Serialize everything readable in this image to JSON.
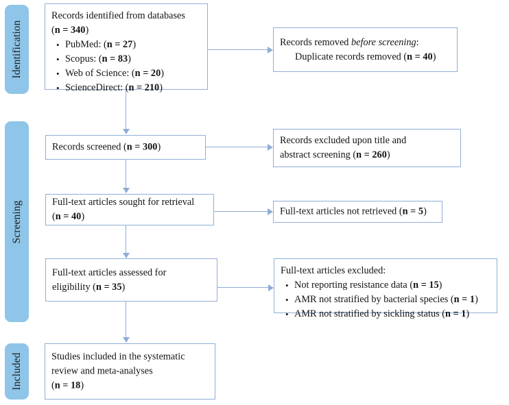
{
  "diagram": {
    "title": "PRISMA flow diagram",
    "colors": {
      "stage_pill_fill": "#8fc5e8",
      "box_border": "#8faed6",
      "connector": "#8fadd4",
      "box_fill": "#ffffff",
      "text": "#141414"
    }
  },
  "stages": [
    {
      "id": "identification",
      "label": "Identification"
    },
    {
      "id": "screening",
      "label": "Screening"
    },
    {
      "id": "included",
      "label": "Included"
    }
  ],
  "boxes": {
    "records_identified": {
      "line1": "Records identified from databases",
      "line2_prefix": "(",
      "line2_n": "n = 340",
      "line2_suffix": ")",
      "sources": [
        {
          "name": "PubMed: (",
          "n": "n = 27",
          "close": ")"
        },
        {
          "name": "Scopus: (",
          "n": "n = 83",
          "close": ")"
        },
        {
          "name": "Web of Science: (",
          "n": "n = 20",
          "close": ")"
        },
        {
          "name": "ScienceDirect: (",
          "n": "n = 210",
          "close": ")"
        }
      ]
    },
    "records_removed": {
      "line1_plain": "Records removed ",
      "line1_italic": "before screening",
      "line1_tail": ":",
      "line2_prefix": "Duplicate records removed  (",
      "line2_n": "n = 40",
      "line2_suffix": ")"
    },
    "records_screened": {
      "prefix": "Records screened (",
      "n": "n = 300",
      "suffix": ")"
    },
    "records_excluded": {
      "line1": "Records excluded upon title and",
      "line2_prefix": "abstract screening (",
      "line2_n": "n = 260",
      "line2_suffix": ")"
    },
    "fulltext_sought": {
      "line1": "Full-text articles sought for retrieval",
      "line2_prefix": "(",
      "line2_n": "n = 40",
      "line2_suffix": ")"
    },
    "fulltext_not_retrieved": {
      "prefix": "Full-text articles not retrieved (",
      "n": "n = 5",
      "suffix": ")"
    },
    "fulltext_assessed": {
      "line1": "Full-text articles assessed for",
      "line2_prefix": "eligibility (",
      "line2_n": "n = 35",
      "line2_suffix": ")"
    },
    "fulltext_excluded": {
      "heading": "Full-text articles excluded:",
      "reasons": [
        {
          "text": "Not reporting resistance data (",
          "n": "n = 15",
          "close": ")"
        },
        {
          "text": "AMR not stratified by bacterial species (",
          "n": "n = 1",
          "close": ")"
        },
        {
          "text": "AMR not stratified by sickling status (",
          "n": "n = 1",
          "close": ")"
        }
      ]
    },
    "studies_included": {
      "line1": "Studies included in the systematic",
      "line2": "review and meta-analyses",
      "line3_prefix": "(",
      "line3_n": "n = 18",
      "line3_suffix": ")"
    }
  }
}
